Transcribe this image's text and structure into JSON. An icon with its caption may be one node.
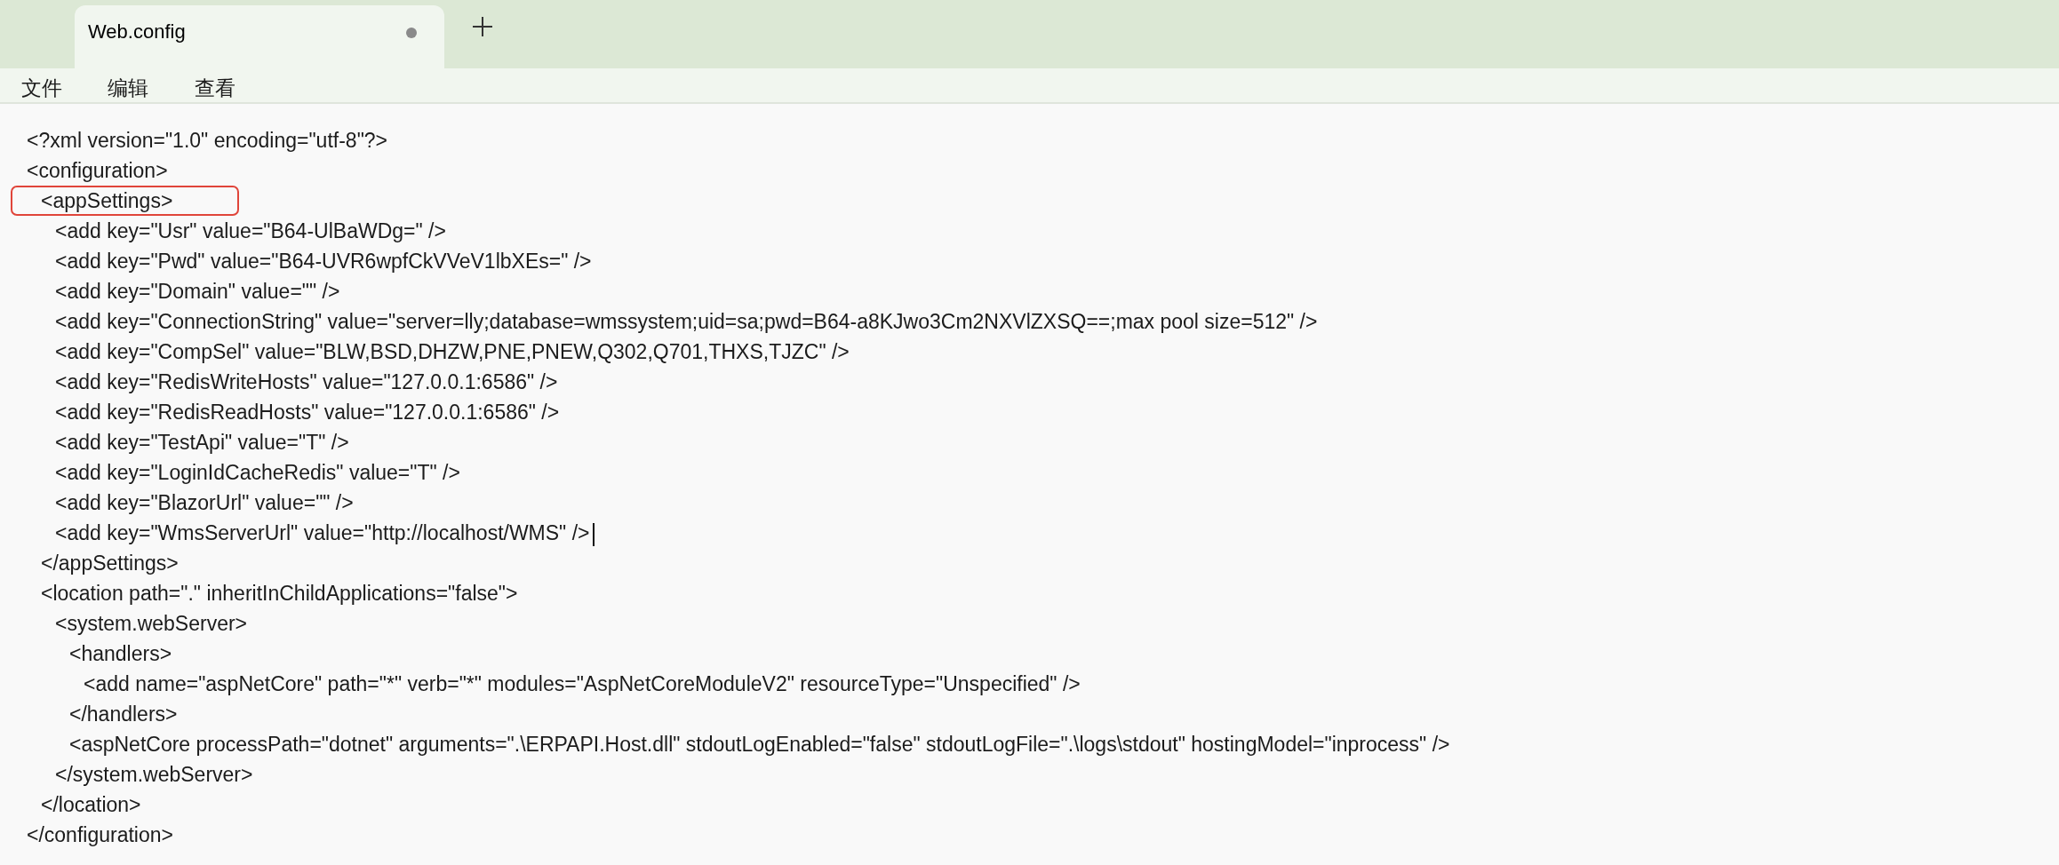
{
  "diagram": {
    "nodes": [
      {
        "text": [
          "Web.config"
        ]
      },
      {
        "text": [
          "<appSettings>"
        ]
      }
    ],
    "labels": [
      "文件",
      "编辑",
      "查看",
      "<?xml version=\"1.0\" encoding=\"utf-8\"?>",
      "<configuration>",
      "<add key=\"Usr\" value=\"B64-UlBaWDg=\" />",
      "<add key=\"Pwd\" value=\"B64-UVR6wpfCkVVeV1lbXEs=\" />",
      "<add key=\"Domain\" value=\"\" />",
      "<add key=\"ConnectionString\" value=\"server=lly;database=wmssystem;uid=sa;pwd=B64-a8KJwo3Cm2NXVlZXSQ==;max pool size=512\" />",
      "<add key=\"CompSel\" value=\"BLW,BSD,DHZW,PNE,PNEW,Q302,Q701,THXS,TJZC\" />",
      "<add key=\"RedisWriteHosts\" value=\"127.0.0.1:6586\" />",
      "<add key=\"RedisReadHosts\" value=\"127.0.0.1:6586\" />",
      "<add key=\"TestApi\" value=\"T\" />",
      "<add key=\"LoginIdCacheRedis\" value=\"T\" />",
      "<add key=\"BlazorUrl\" value=\"\" />",
      "<add key=\"WmsServerUrl\" value=\"http://localhost/WMS\" />",
      "</appSettings>",
      "<location path=\".\" inheritInChildApplications=\"false\">",
      "<system.webServer>",
      "<handlers>",
      "<add name=\"aspNetCore\" path=\"*\" verb=\"*\" modules=\"AspNetCoreModuleV2\" resourceType=\"Unspecified\" />",
      "</handlers>",
      "<aspNetCore processPath=\"dotnet\" arguments=\".\\ERPAPI.Host.dll\" stdoutLogEnabled=\"false\" stdoutLogFile=\".\\logs\\stdout\" hostingModel=\"inprocess\" />",
      "</system.webServer>",
      "</location>",
      "</configuration>"
    ]
  }
}
